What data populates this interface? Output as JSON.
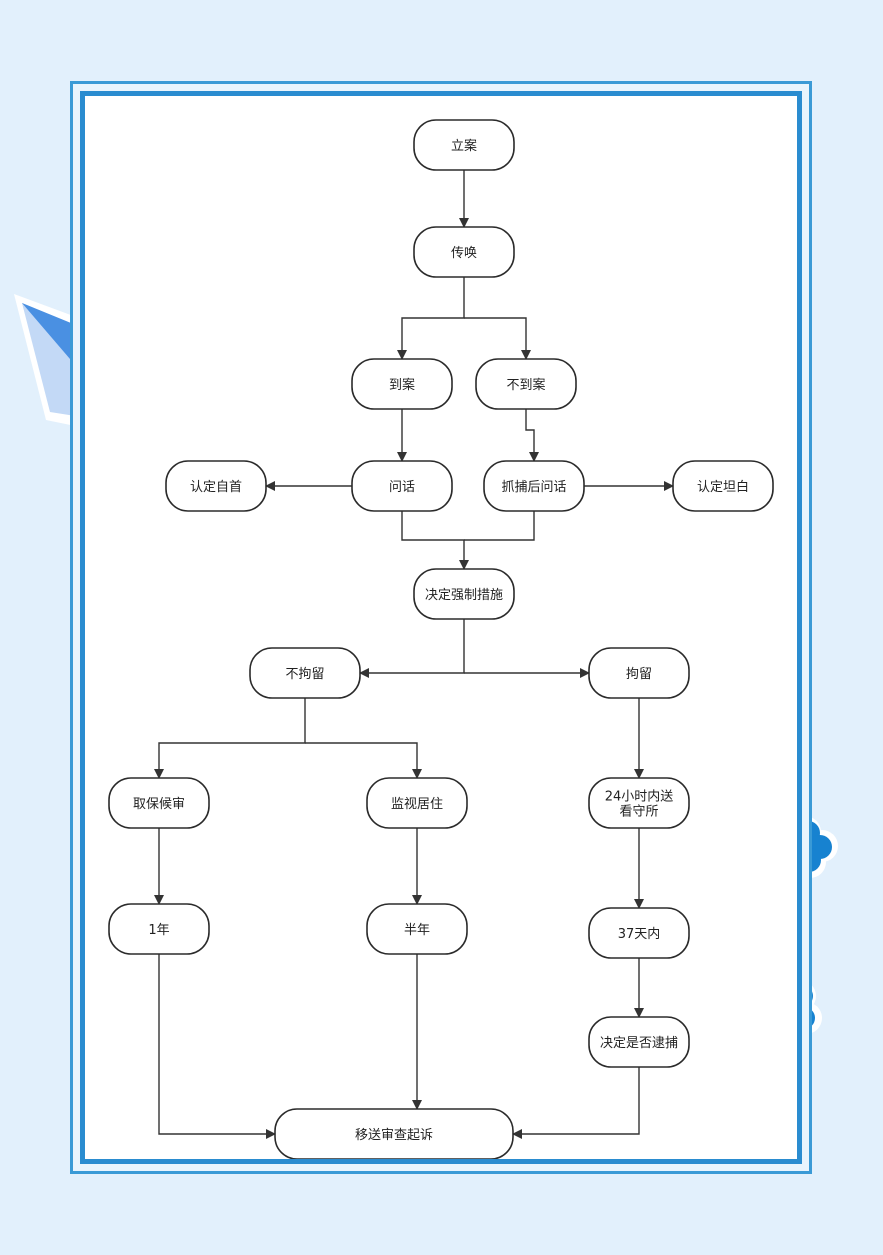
{
  "colors": {
    "background": "#e2f0fc",
    "frame": "#2a8cd0",
    "accent_light": "#c3d9f6",
    "accent_mid": "#4a90e2",
    "flower": "#1782d0",
    "node_stroke": "#2b2b2b"
  },
  "nodes": [
    {
      "id": "li-an",
      "label": "立案"
    },
    {
      "id": "chuan-huan",
      "label": "传唤"
    },
    {
      "id": "dao-an",
      "label": "到案"
    },
    {
      "id": "bu-dao-an",
      "label": "不到案"
    },
    {
      "id": "rending-zishou",
      "label": "认定自首"
    },
    {
      "id": "wen-hua",
      "label": "问话"
    },
    {
      "id": "daibu-houwenhua",
      "label": "抓捕后问话"
    },
    {
      "id": "rending-tanbai",
      "label": "认定坦白"
    },
    {
      "id": "jueding-qiangzhi",
      "label": "决定强制措施"
    },
    {
      "id": "bu-juliu",
      "label": "不拘留"
    },
    {
      "id": "juliu",
      "label": "拘留"
    },
    {
      "id": "qubao-houshen",
      "label": "取保候审"
    },
    {
      "id": "jianshi-juzhu",
      "label": "监视居住"
    },
    {
      "id": "songkan",
      "label": "24小时内送\n看守所"
    },
    {
      "id": "yi-nian",
      "label": "1年"
    },
    {
      "id": "ban-nian",
      "label": "半年"
    },
    {
      "id": "sanshiqi-tian",
      "label": "37天内"
    },
    {
      "id": "jueding-daibu",
      "label": "决定是否逮捕"
    },
    {
      "id": "yisong-shencha",
      "label": "移送审查起诉"
    }
  ]
}
